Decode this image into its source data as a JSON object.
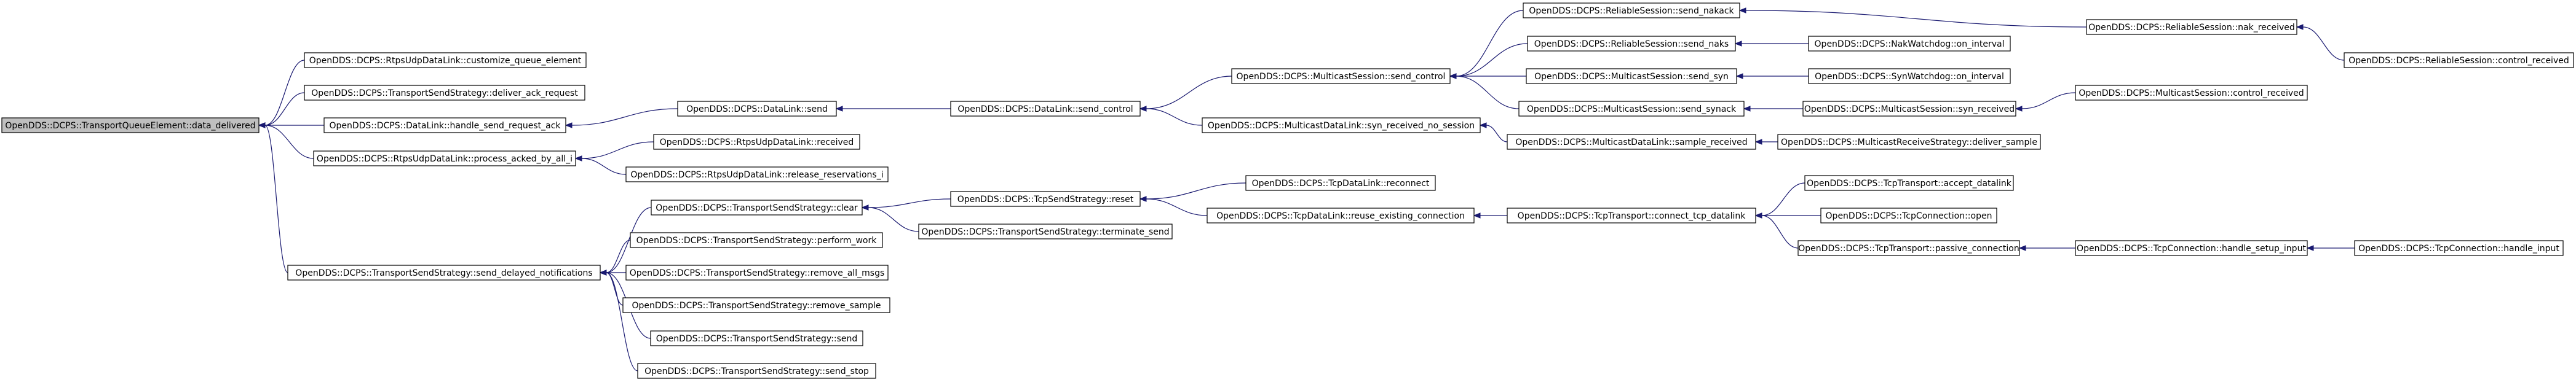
{
  "graph": {
    "nodes": [
      {
        "id": "root",
        "label": "OpenDDS::DCPS::TransportQueueElement::data_delivered",
        "root": true
      },
      {
        "id": "n_custq",
        "label": "OpenDDS::DCPS::RtpsUdpDataLink::customize_queue_element"
      },
      {
        "id": "n_delack",
        "label": "OpenDDS::DCPS::TransportSendStrategy::deliver_ack_request"
      },
      {
        "id": "n_hsra",
        "label": "OpenDDS::DCPS::DataLink::handle_send_request_ack"
      },
      {
        "id": "n_paba",
        "label": "OpenDDS::DCPS::RtpsUdpDataLink::process_acked_by_all_i"
      },
      {
        "id": "n_sdn",
        "label": "OpenDDS::DCPS::TransportSendStrategy::send_delayed_notifications"
      },
      {
        "id": "n_dlsend",
        "label": "OpenDDS::DCPS::DataLink::send"
      },
      {
        "id": "n_rtrecv",
        "label": "OpenDDS::DCPS::RtpsUdpDataLink::received"
      },
      {
        "id": "n_relres",
        "label": "OpenDDS::DCPS::RtpsUdpDataLink::release_reservations_i"
      },
      {
        "id": "n_tsclear",
        "label": "OpenDDS::DCPS::TransportSendStrategy::clear"
      },
      {
        "id": "n_pwork",
        "label": "OpenDDS::DCPS::TransportSendStrategy::perform_work"
      },
      {
        "id": "n_remall",
        "label": "OpenDDS::DCPS::TransportSendStrategy::remove_all_msgs"
      },
      {
        "id": "n_remsamp",
        "label": "OpenDDS::DCPS::TransportSendStrategy::remove_sample"
      },
      {
        "id": "n_tssend",
        "label": "OpenDDS::DCPS::TransportSendStrategy::send"
      },
      {
        "id": "n_tsstop",
        "label": "OpenDDS::DCPS::TransportSendStrategy::send_stop"
      },
      {
        "id": "n_dlsc",
        "label": "OpenDDS::DCPS::DataLink::send_control"
      },
      {
        "id": "n_tcpreset",
        "label": "OpenDDS::DCPS::TcpSendStrategy::reset"
      },
      {
        "id": "n_term",
        "label": "OpenDDS::DCPS::TransportSendStrategy::terminate_send"
      },
      {
        "id": "n_mssc",
        "label": "OpenDDS::DCPS::MulticastSession::send_control"
      },
      {
        "id": "n_mdlsrns",
        "label": "OpenDDS::DCPS::MulticastDataLink::syn_received_no_session"
      },
      {
        "id": "n_tcpreconn",
        "label": "OpenDDS::DCPS::TcpDataLink::reconnect"
      },
      {
        "id": "n_reuse",
        "label": "OpenDDS::DCPS::TcpDataLink::reuse_existing_connection"
      },
      {
        "id": "n_nakack",
        "label": "OpenDDS::DCPS::ReliableSession::send_nakack"
      },
      {
        "id": "n_naks",
        "label": "OpenDDS::DCPS::ReliableSession::send_naks"
      },
      {
        "id": "n_ssyn",
        "label": "OpenDDS::DCPS::MulticastSession::send_syn"
      },
      {
        "id": "n_ssynack",
        "label": "OpenDDS::DCPS::MulticastSession::send_synack"
      },
      {
        "id": "n_samprecv",
        "label": "OpenDDS::DCPS::MulticastDataLink::sample_received"
      },
      {
        "id": "n_ctcpdl",
        "label": "OpenDDS::DCPS::TcpTransport::connect_tcp_datalink"
      },
      {
        "id": "n_nakwd",
        "label": "OpenDDS::DCPS::NakWatchdog::on_interval"
      },
      {
        "id": "n_synwd",
        "label": "OpenDDS::DCPS::SynWatchdog::on_interval"
      },
      {
        "id": "n_synrecv",
        "label": "OpenDDS::DCPS::MulticastSession::syn_received"
      },
      {
        "id": "n_delsamp",
        "label": "OpenDDS::DCPS::MulticastReceiveStrategy::deliver_sample"
      },
      {
        "id": "n_accdl",
        "label": "OpenDDS::DCPS::TcpTransport::accept_datalink"
      },
      {
        "id": "n_tcpopen",
        "label": "OpenDDS::DCPS::TcpConnection::open"
      },
      {
        "id": "n_passconn",
        "label": "OpenDDS::DCPS::TcpTransport::passive_connection"
      },
      {
        "id": "n_nakrecv",
        "label": "OpenDDS::DCPS::ReliableSession::nak_received"
      },
      {
        "id": "n_msctlrecv",
        "label": "OpenDDS::DCPS::MulticastSession::control_received"
      },
      {
        "id": "n_hsi",
        "label": "OpenDDS::DCPS::TcpConnection::handle_setup_input"
      },
      {
        "id": "n_rsctlrecv",
        "label": "OpenDDS::DCPS::ReliableSession::control_received"
      },
      {
        "id": "n_hinput",
        "label": "OpenDDS::DCPS::TcpConnection::handle_input"
      }
    ],
    "edges": [
      {
        "from": "n_custq",
        "to": "root"
      },
      {
        "from": "n_delack",
        "to": "root"
      },
      {
        "from": "n_hsra",
        "to": "root"
      },
      {
        "from": "n_paba",
        "to": "root"
      },
      {
        "from": "n_sdn",
        "to": "root"
      },
      {
        "from": "n_dlsend",
        "to": "n_hsra"
      },
      {
        "from": "n_rtrecv",
        "to": "n_paba"
      },
      {
        "from": "n_relres",
        "to": "n_paba"
      },
      {
        "from": "n_tsclear",
        "to": "n_sdn"
      },
      {
        "from": "n_pwork",
        "to": "n_sdn"
      },
      {
        "from": "n_remall",
        "to": "n_sdn"
      },
      {
        "from": "n_remsamp",
        "to": "n_sdn"
      },
      {
        "from": "n_tssend",
        "to": "n_sdn"
      },
      {
        "from": "n_tsstop",
        "to": "n_sdn"
      },
      {
        "from": "n_dlsc",
        "to": "n_dlsend"
      },
      {
        "from": "n_tcpreset",
        "to": "n_tsclear"
      },
      {
        "from": "n_term",
        "to": "n_tsclear"
      },
      {
        "from": "n_mssc",
        "to": "n_dlsc"
      },
      {
        "from": "n_mdlsrns",
        "to": "n_dlsc"
      },
      {
        "from": "n_tcpreconn",
        "to": "n_tcpreset"
      },
      {
        "from": "n_reuse",
        "to": "n_tcpreset"
      },
      {
        "from": "n_nakack",
        "to": "n_mssc"
      },
      {
        "from": "n_naks",
        "to": "n_mssc"
      },
      {
        "from": "n_ssyn",
        "to": "n_mssc"
      },
      {
        "from": "n_ssynack",
        "to": "n_mssc"
      },
      {
        "from": "n_samprecv",
        "to": "n_mdlsrns"
      },
      {
        "from": "n_ctcpdl",
        "to": "n_reuse"
      },
      {
        "from": "n_nakwd",
        "to": "n_naks"
      },
      {
        "from": "n_synwd",
        "to": "n_ssyn"
      },
      {
        "from": "n_synrecv",
        "to": "n_ssynack"
      },
      {
        "from": "n_delsamp",
        "to": "n_samprecv"
      },
      {
        "from": "n_accdl",
        "to": "n_ctcpdl"
      },
      {
        "from": "n_tcpopen",
        "to": "n_ctcpdl"
      },
      {
        "from": "n_passconn",
        "to": "n_ctcpdl"
      },
      {
        "from": "n_nakrecv",
        "to": "n_nakack"
      },
      {
        "from": "n_msctlrecv",
        "to": "n_synrecv"
      },
      {
        "from": "n_hsi",
        "to": "n_passconn"
      },
      {
        "from": "n_rsctlrecv",
        "to": "n_nakrecv"
      },
      {
        "from": "n_hinput",
        "to": "n_hsi"
      }
    ]
  }
}
